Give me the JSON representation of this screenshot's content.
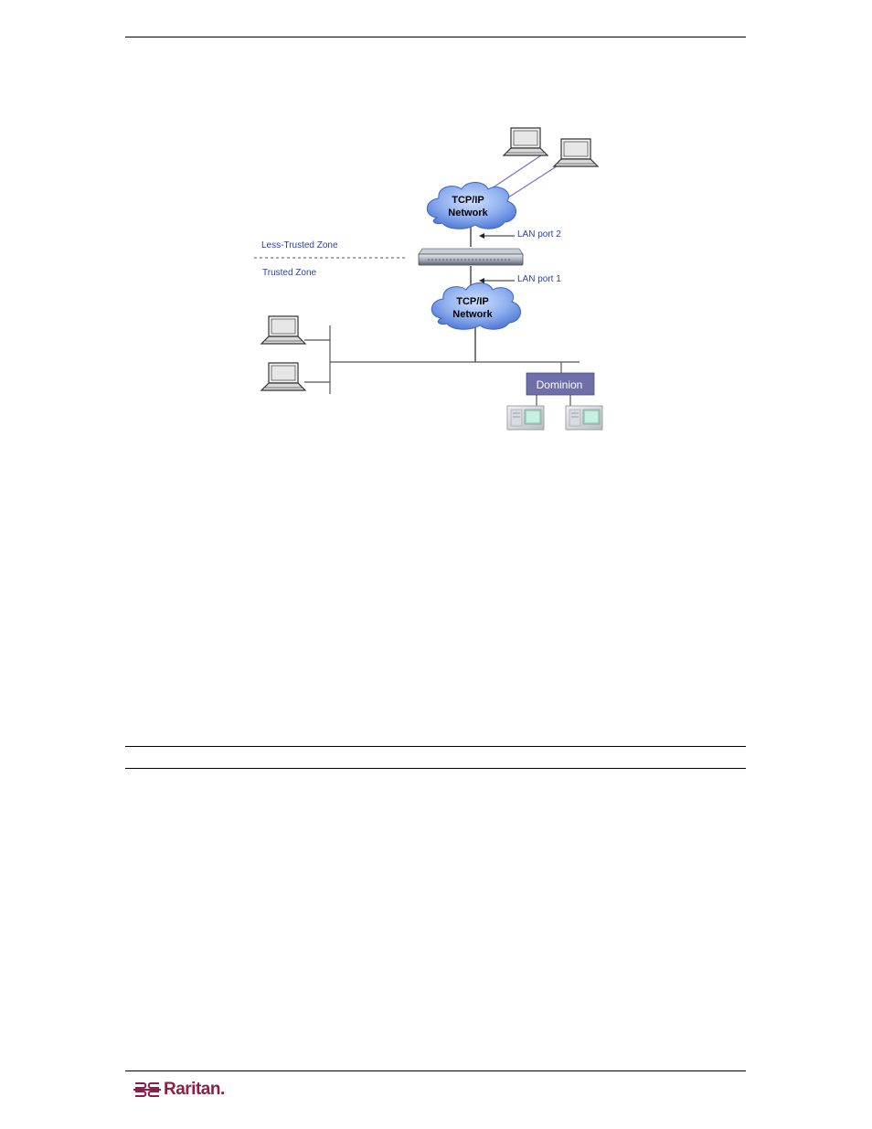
{
  "diagram": {
    "zones": {
      "less_trusted": "Less-Trusted Zone",
      "trusted": "Trusted Zone"
    },
    "networks": [
      {
        "line1": "TCP/IP",
        "line2": "Network"
      },
      {
        "line1": "TCP/IP",
        "line2": "Network"
      }
    ],
    "ports": {
      "lan2": "LAN port 2",
      "lan1": "LAN port 1"
    },
    "dominion_label": "Dominion"
  },
  "footer": {
    "logo_text": "Raritan."
  },
  "colors": {
    "zone_text": "#2a3fa8",
    "cloud_fill": "#8fb0ef",
    "dominion_box": "#6e6ea8",
    "logo": "#8c1f4a"
  }
}
